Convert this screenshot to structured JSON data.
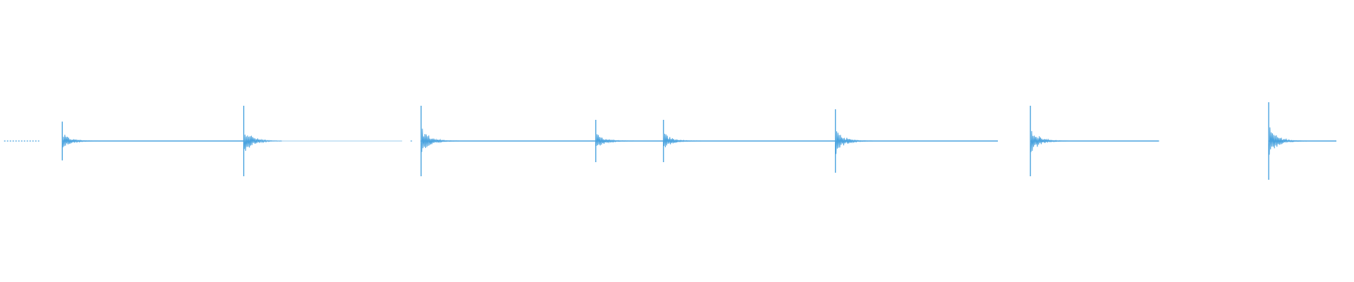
{
  "waveform": {
    "color": "#4aa3df",
    "background": "#ffffff",
    "onset_times": [
      0.046,
      0.18,
      0.311,
      0.44,
      0.49,
      0.617,
      0.761,
      0.937
    ],
    "onset_peaks": [
      0.55,
      1.0,
      1.0,
      0.6,
      0.6,
      0.9,
      1.0,
      1.1
    ],
    "segments": [
      {
        "start": 0.003,
        "end": 0.029,
        "kind": "dotted"
      },
      {
        "start": 0.046,
        "end": 0.18,
        "kind": "solid"
      },
      {
        "start": 0.18,
        "end": 0.297,
        "kind": "faint"
      },
      {
        "start": 0.311,
        "end": 0.44,
        "kind": "solid"
      },
      {
        "start": 0.44,
        "end": 0.49,
        "kind": "solid"
      },
      {
        "start": 0.49,
        "end": 0.617,
        "kind": "solid"
      },
      {
        "start": 0.617,
        "end": 0.737,
        "kind": "solid"
      },
      {
        "start": 0.761,
        "end": 0.856,
        "kind": "solid"
      },
      {
        "start": 0.937,
        "end": 0.987,
        "kind": "solid"
      }
    ]
  }
}
